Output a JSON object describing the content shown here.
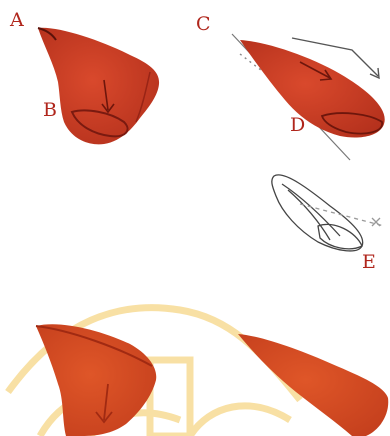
{
  "labels": {
    "a": "A",
    "b": "B",
    "c": "C",
    "d": "D",
    "e": "E"
  },
  "colors": {
    "shape_fill": "#c63a24",
    "shape_dark": "#8e1f13",
    "shape_light": "#e05a33",
    "lower_fill": "#d74a22",
    "label": "#b0261c",
    "ink": "#4a4a4a",
    "watermark": "#f3c85a"
  },
  "icons": {
    "arrow": "arrow-icon",
    "watermark": "watermark-logo"
  }
}
